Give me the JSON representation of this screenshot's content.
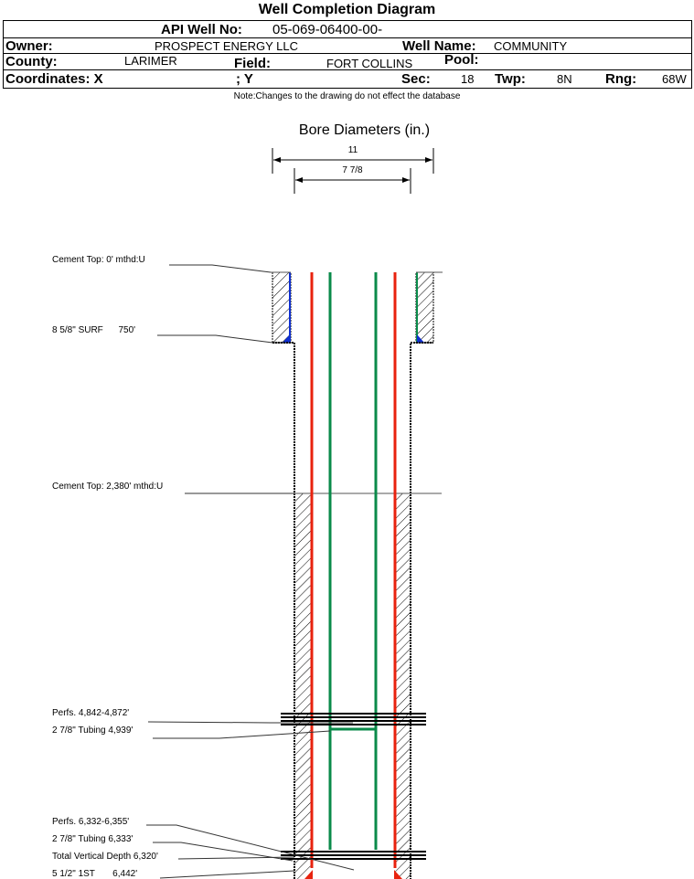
{
  "title": "Well Completion Diagram",
  "header": {
    "api_label": "API Well No:",
    "api_value": "05-069-06400-00-",
    "owner_label": "Owner:",
    "owner_value": "PROSPECT ENERGY LLC",
    "well_name_label": "Well Name:",
    "well_name_value": "COMMUNITY",
    "county_label": "County:",
    "county_value": "LARIMER",
    "field_label": "Field:",
    "field_value": "FORT COLLINS",
    "pool_label": "Pool:",
    "coords_label": "Coordinates: X",
    "y_label": "; Y",
    "sec_label": "Sec:",
    "sec_value": "18",
    "twp_label": "Twp:",
    "twp_value": "8N",
    "rng_label": "Rng:",
    "rng_value": "68W"
  },
  "note": "Note:Changes to the drawing do not effect the database",
  "bore": {
    "title": "Bore Diameters (in.)",
    "outer": "11",
    "inner": "7 7/8"
  },
  "annotations": {
    "cement_top_0": "Cement Top: 0' mthd:U",
    "surf_casing": "8 5/8\" SURF      750'",
    "cement_top_2380": "Cement Top: 2,380' mthd:U",
    "perfs_1": "Perfs. 4,842-4,872'",
    "tubing_1": "2 7/8\" Tubing 4,939'",
    "perfs_2": "Perfs. 6,332-6,355'",
    "tubing_2": "2 7/8\" Tubing 6,333'",
    "tvd": "Total Vertical Depth 6,320'",
    "prod_casing": "5 1/2\" 1ST       6,442'"
  },
  "colors": {
    "casing": "#e8220e",
    "tubing": "#0a8a4a",
    "cement_edge": "#1030d0"
  }
}
